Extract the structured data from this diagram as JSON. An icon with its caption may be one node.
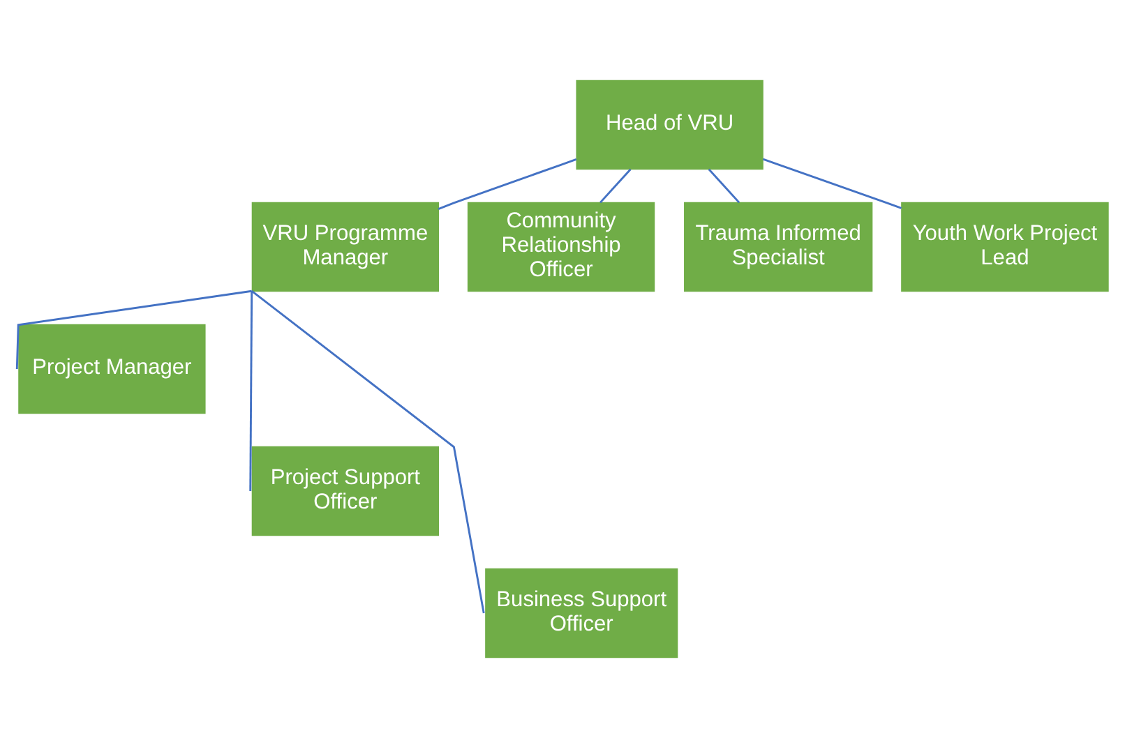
{
  "diagram": {
    "nodes": [
      {
        "text": [
          "Head of VRU"
        ]
      },
      {
        "text": [
          "VRU Programme Manager"
        ]
      },
      {
        "text": [
          "Community Relationship Officer"
        ]
      },
      {
        "text": [
          "Trauma Informed Specialist"
        ]
      },
      {
        "text": [
          "Youth Work Project Lead"
        ]
      },
      {
        "text": [
          "Project Manager"
        ]
      },
      {
        "text": [
          "Project Support Officer"
        ]
      },
      {
        "text": [
          "Business Support Officer"
        ]
      }
    ],
    "edges": [
      {
        "from": 0,
        "to": 1,
        "arrow": "none"
      },
      {
        "from": 0,
        "to": 2,
        "arrow": "none"
      },
      {
        "from": 0,
        "to": 3,
        "arrow": "none"
      },
      {
        "from": 0,
        "to": 4,
        "arrow": "none"
      },
      {
        "from": 1,
        "to": 5,
        "arrow": "none"
      },
      {
        "from": 1,
        "to": 6,
        "arrow": "none"
      },
      {
        "from": 1,
        "to": 7,
        "arrow": "none"
      }
    ]
  }
}
